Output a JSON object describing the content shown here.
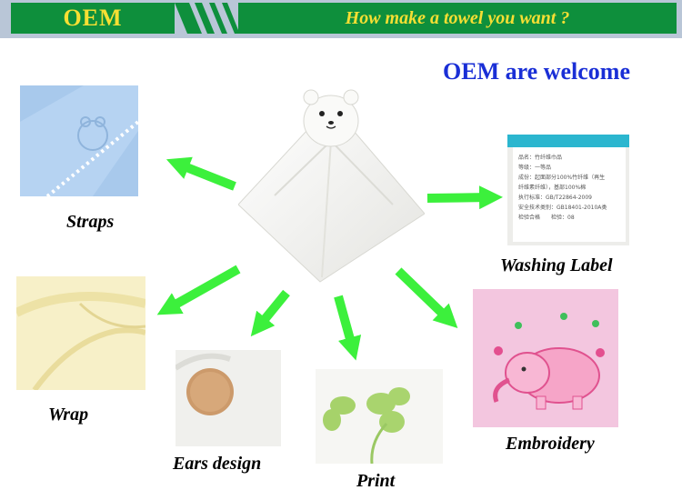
{
  "header": {
    "left_title": "OEM",
    "right_title": "How make a towel you want ?"
  },
  "welcome_text": "OEM are welcome",
  "washing_label_text": {
    "line1": "品名：竹纤维巾品",
    "line2": "等级：一等品",
    "line3": "成份：起面部分100%竹纤维（再生",
    "line4": "纤维素纤维），基部100%棉",
    "line5": "执行标准：GB/T22864-2009",
    "line6": "安全技术类别：GB18401-2010A类",
    "line7": "检验合格　　检验：08"
  },
  "options": {
    "straps": "Straps",
    "washing_label": "Washing Label",
    "wrap": "Wrap",
    "ears_design": "Ears design",
    "print": "Print",
    "embroidery": "Embroidery"
  },
  "colors": {
    "header_green": "#0e8f3c",
    "header_text": "#f7df33",
    "welcome_blue": "#1a2fd6",
    "arrow_green": "#3cf03c"
  }
}
